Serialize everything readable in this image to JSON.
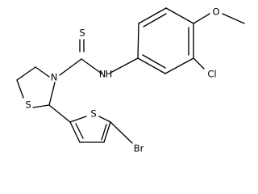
{
  "molecule": {
    "atoms": {
      "S_thioxo": "S",
      "N_ring": "N",
      "NH_amide": "N",
      "H_amide": "H",
      "S_thiazolidine": "S",
      "S_thiophene": "S",
      "Br": "Br",
      "Cl": "Cl",
      "O_methoxy": "O"
    }
  }
}
